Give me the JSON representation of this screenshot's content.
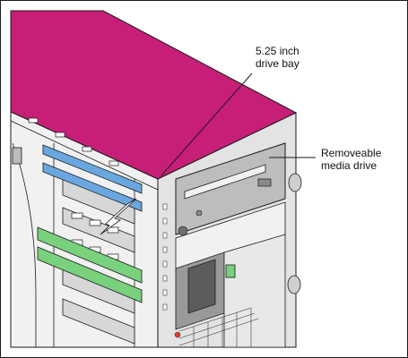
{
  "callouts": {
    "drive_bay": {
      "line1": "5.25 inch",
      "line2": "drive bay"
    },
    "media_drive": {
      "line1": "Removeable",
      "line2": "media drive"
    }
  },
  "colors": {
    "chassis_top": "#c71f78",
    "rail_green": "#79d07d",
    "rail_blue": "#6aa7e0",
    "metal_light": "#f1f1f1",
    "metal_mid": "#d7d7d7",
    "drive_face": "#bdbdbd",
    "line": "#1a1a1a"
  }
}
